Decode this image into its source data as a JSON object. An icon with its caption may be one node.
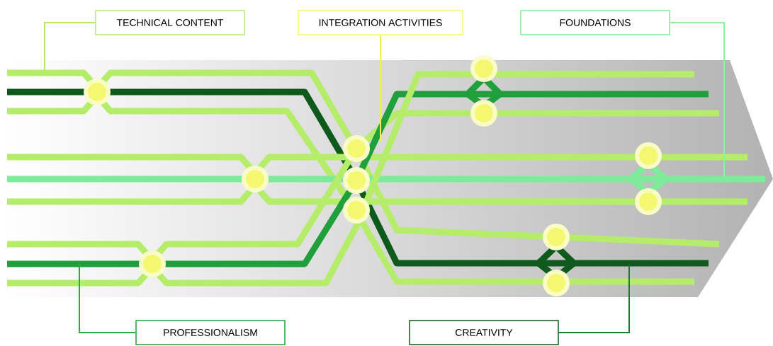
{
  "diagram": {
    "nodes": [
      {
        "text": [
          "TECHNICAL CONTENT"
        ]
      },
      {
        "text": [
          "INTEGRATION ACTIVITIES"
        ]
      },
      {
        "text": [
          "FOUNDATIONS"
        ]
      },
      {
        "text": [
          "PROFESSIONALISM"
        ]
      },
      {
        "text": [
          "CREATIVITY"
        ]
      }
    ],
    "edges": [
      {
        "from": 0,
        "to": null,
        "arrow": "none",
        "color": "#b7e86a"
      },
      {
        "from": 1,
        "to": null,
        "arrow": "none",
        "color": "#eef05a"
      },
      {
        "from": 2,
        "to": null,
        "arrow": "none",
        "color": "#8ff0a0"
      },
      {
        "from": 3,
        "to": null,
        "arrow": "none",
        "color": "#2aa84a"
      },
      {
        "from": 4,
        "to": null,
        "arrow": "none",
        "color": "#1e7a30"
      }
    ]
  }
}
